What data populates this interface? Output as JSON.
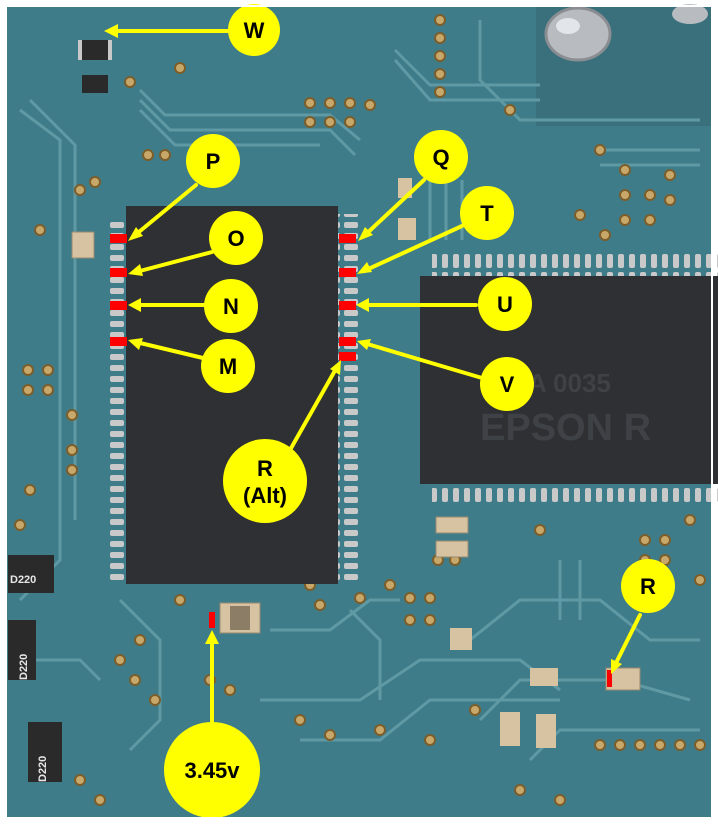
{
  "colors": {
    "board": "#3f7c8a",
    "board_dark": "#2d6270",
    "trace": "#5f9aa4",
    "chip": "#2e3033",
    "pin": "#c9c9c9",
    "pad_marker": "#ff0000",
    "callout_fill": "#ffff00",
    "callout_arrow": "#ffff00",
    "silkscreen": "#e8e8e8"
  },
  "callouts": {
    "w": "W",
    "p": "P",
    "o": "O",
    "n": "N",
    "m": "M",
    "q": "Q",
    "t": "T",
    "u": "U",
    "v": "V",
    "r_alt_line1": "R",
    "r_alt_line2": "(Alt)",
    "r": "R",
    "voltage": "3.45v"
  },
  "silkscreen": {
    "ref_left_1": "D220",
    "ref_left_2": "D220",
    "ref_left_3": "D220"
  },
  "chip_markings": {
    "right_chip_line1": "A 0035",
    "right_chip_line2": "EPSON R"
  }
}
